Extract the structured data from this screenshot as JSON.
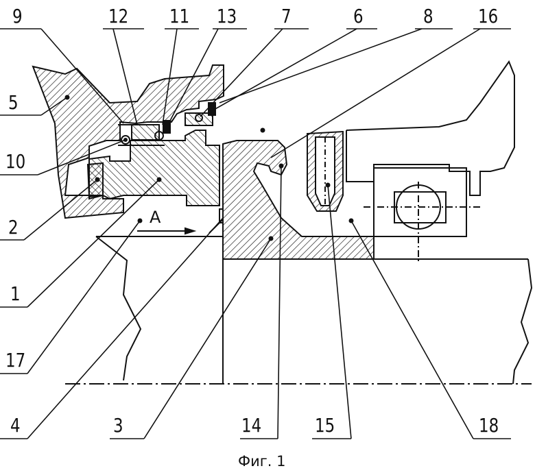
{
  "figure": {
    "caption": "Фиг. 1",
    "arrow_label": "A"
  },
  "callouts": {
    "n9": "9",
    "n12": "12",
    "n11": "11",
    "n13": "13",
    "n7": "7",
    "n6": "6",
    "n8": "8",
    "n16": "16",
    "n5": "5",
    "n10": "10",
    "n2": "2",
    "n1": "1",
    "n17": "17",
    "n4": "4",
    "n3": "3",
    "n14": "14",
    "n15": "15",
    "n18": "18"
  },
  "colors": {
    "ink": "#111111",
    "paper": "#ffffff"
  }
}
